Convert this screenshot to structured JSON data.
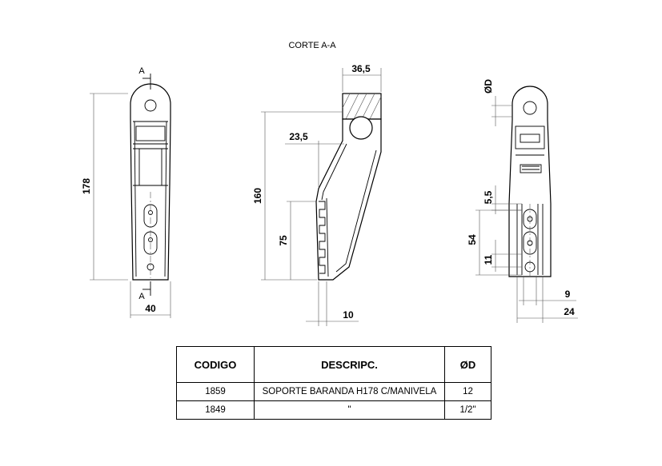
{
  "drawing": {
    "section_title": "CORTE A-A",
    "section_marker": "A",
    "front_view": {
      "height": "178",
      "width": "40"
    },
    "section_view": {
      "top_width": "36,5",
      "offset": "23,5",
      "height": "160",
      "slot_height": "75",
      "base": "10"
    },
    "side_view": {
      "diameter": "ØD",
      "gap": "5,5",
      "spacing": "54",
      "small": "11",
      "hole": "9",
      "width": "24"
    }
  },
  "table": {
    "headers": [
      "CODIGO",
      "DESCRIPC.",
      "ØD"
    ],
    "rows": [
      [
        "1859",
        "SOPORTE BARANDA  H178 C/MANIVELA",
        "12"
      ],
      [
        "1849",
        "\"",
        "1/2\""
      ]
    ]
  }
}
